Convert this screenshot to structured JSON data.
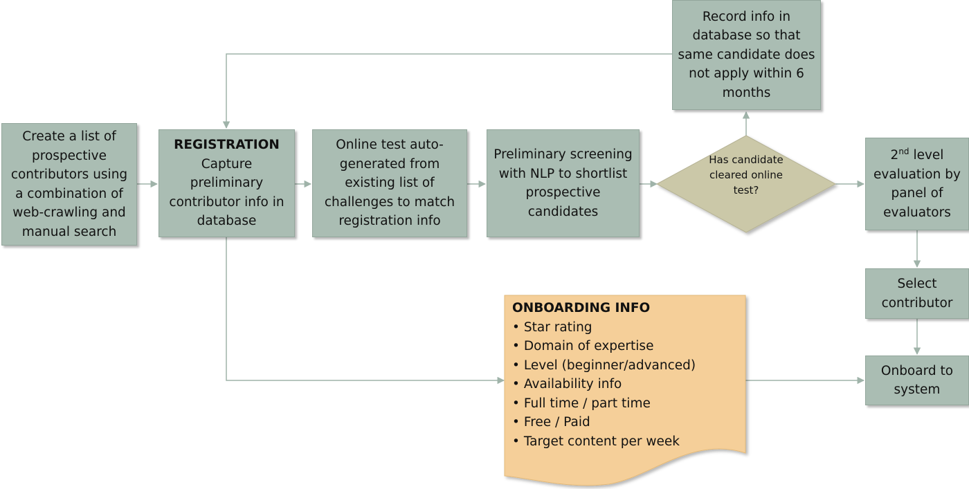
{
  "nodes": {
    "create_list": "Create a list of prospective contributors using a combination of web-crawling and manual search",
    "registration": {
      "title": "REGISTRATION",
      "body": "Capture preliminary contributor info in database"
    },
    "online_test": "Online test auto-generated from existing list of challenges to match registration info",
    "preliminary_screening": "Preliminary screening with NLP to shortlist prospective candidates",
    "decision": "Has candidate cleared online test?",
    "record_info": "Record info in database so that same candidate does not apply within 6 months",
    "second_level": {
      "ordinal_number": "2",
      "ordinal_suffix": "nd",
      "body": "level evaluation by panel of evaluators"
    },
    "select_contributor": "Select contributor",
    "onboard": "Onboard to system"
  },
  "onboarding_info": {
    "title": "ONBOARDING INFO",
    "items": [
      "Star rating",
      "Domain of expertise",
      "Level (beginner/advanced)",
      "Availability info",
      "Full time / part time",
      "Free / Paid",
      "Target content per week"
    ]
  },
  "colors": {
    "process_fill": "#aabdb3",
    "decision_fill": "#cbc8a8",
    "document_fill": "#f5cf99",
    "arrow": "#9fb3a9"
  }
}
